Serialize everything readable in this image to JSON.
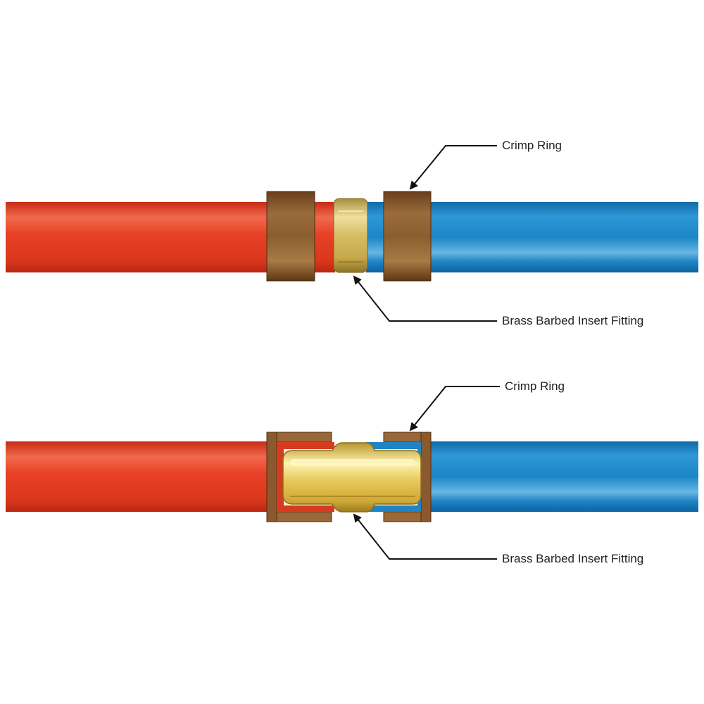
{
  "top_view": {
    "crimp_ring_label": "Crimp Ring",
    "fitting_label": "Brass Barbed Insert Fitting"
  },
  "cutaway_view": {
    "crimp_ring_label": "Crimp Ring",
    "fitting_label": "Brass Barbed Insert Fitting"
  },
  "colors": {
    "hot_pipe": "#e8412a",
    "cold_pipe": "#1e86c8",
    "crimp_ring": "#8a5a2e",
    "brass": "#d8c070",
    "leader_line": "#111111"
  }
}
